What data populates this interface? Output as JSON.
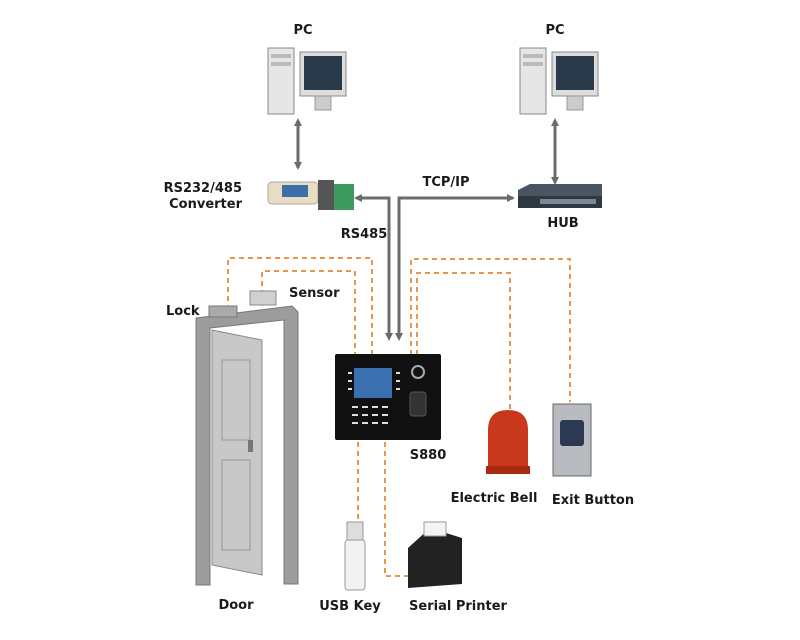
{
  "labels": {
    "pc_left": "PC",
    "pc_right": "PC",
    "converter_line1": "RS232/485",
    "converter_line2": "Converter",
    "tcpip": "TCP/IP",
    "hub": "HUB",
    "rs485": "RS485",
    "lock": "Lock",
    "sensor": "Sensor",
    "device": "S880",
    "electric_bell": "Electric Bell",
    "exit_button": "Exit Button",
    "door": "Door",
    "usb_key": "USB Key",
    "serial_printer": "Serial Printer"
  },
  "colors": {
    "wire_dashed": "#e8964a",
    "cable": "#6b6b6b",
    "bell": "#c8381c",
    "device": "#111111"
  }
}
